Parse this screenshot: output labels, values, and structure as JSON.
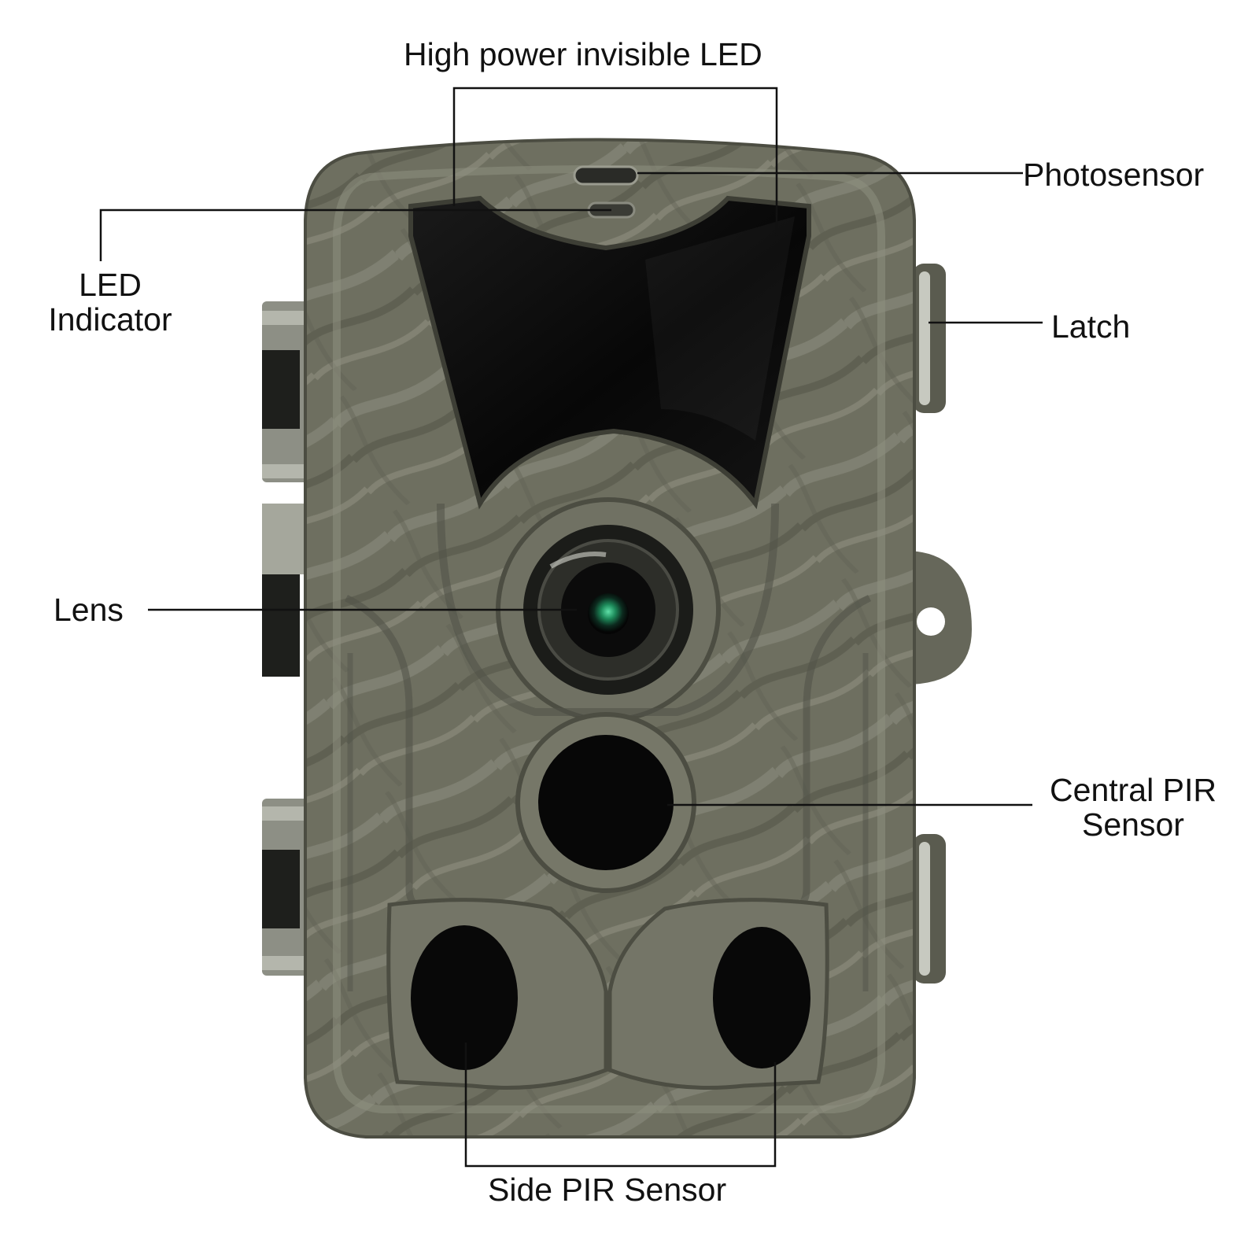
{
  "labels": {
    "high_power_led": "High power invisible LED",
    "photosensor": "Photosensor",
    "led_indicator_line1": "LED",
    "led_indicator_line2": "Indicator",
    "latch": "Latch",
    "lens": "Lens",
    "central_pir_line1": "Central PIR",
    "central_pir_line2": "Sensor",
    "side_pir": "Side PIR Sensor"
  },
  "colors": {
    "body": "#6b6b5c",
    "body_dark": "#4f5044",
    "body_light": "#8a8a7a",
    "panel_black": "#0b0b0b",
    "lens_glass": "#1d8a5a",
    "leader_line": "#111111",
    "label_text": "#111111"
  }
}
